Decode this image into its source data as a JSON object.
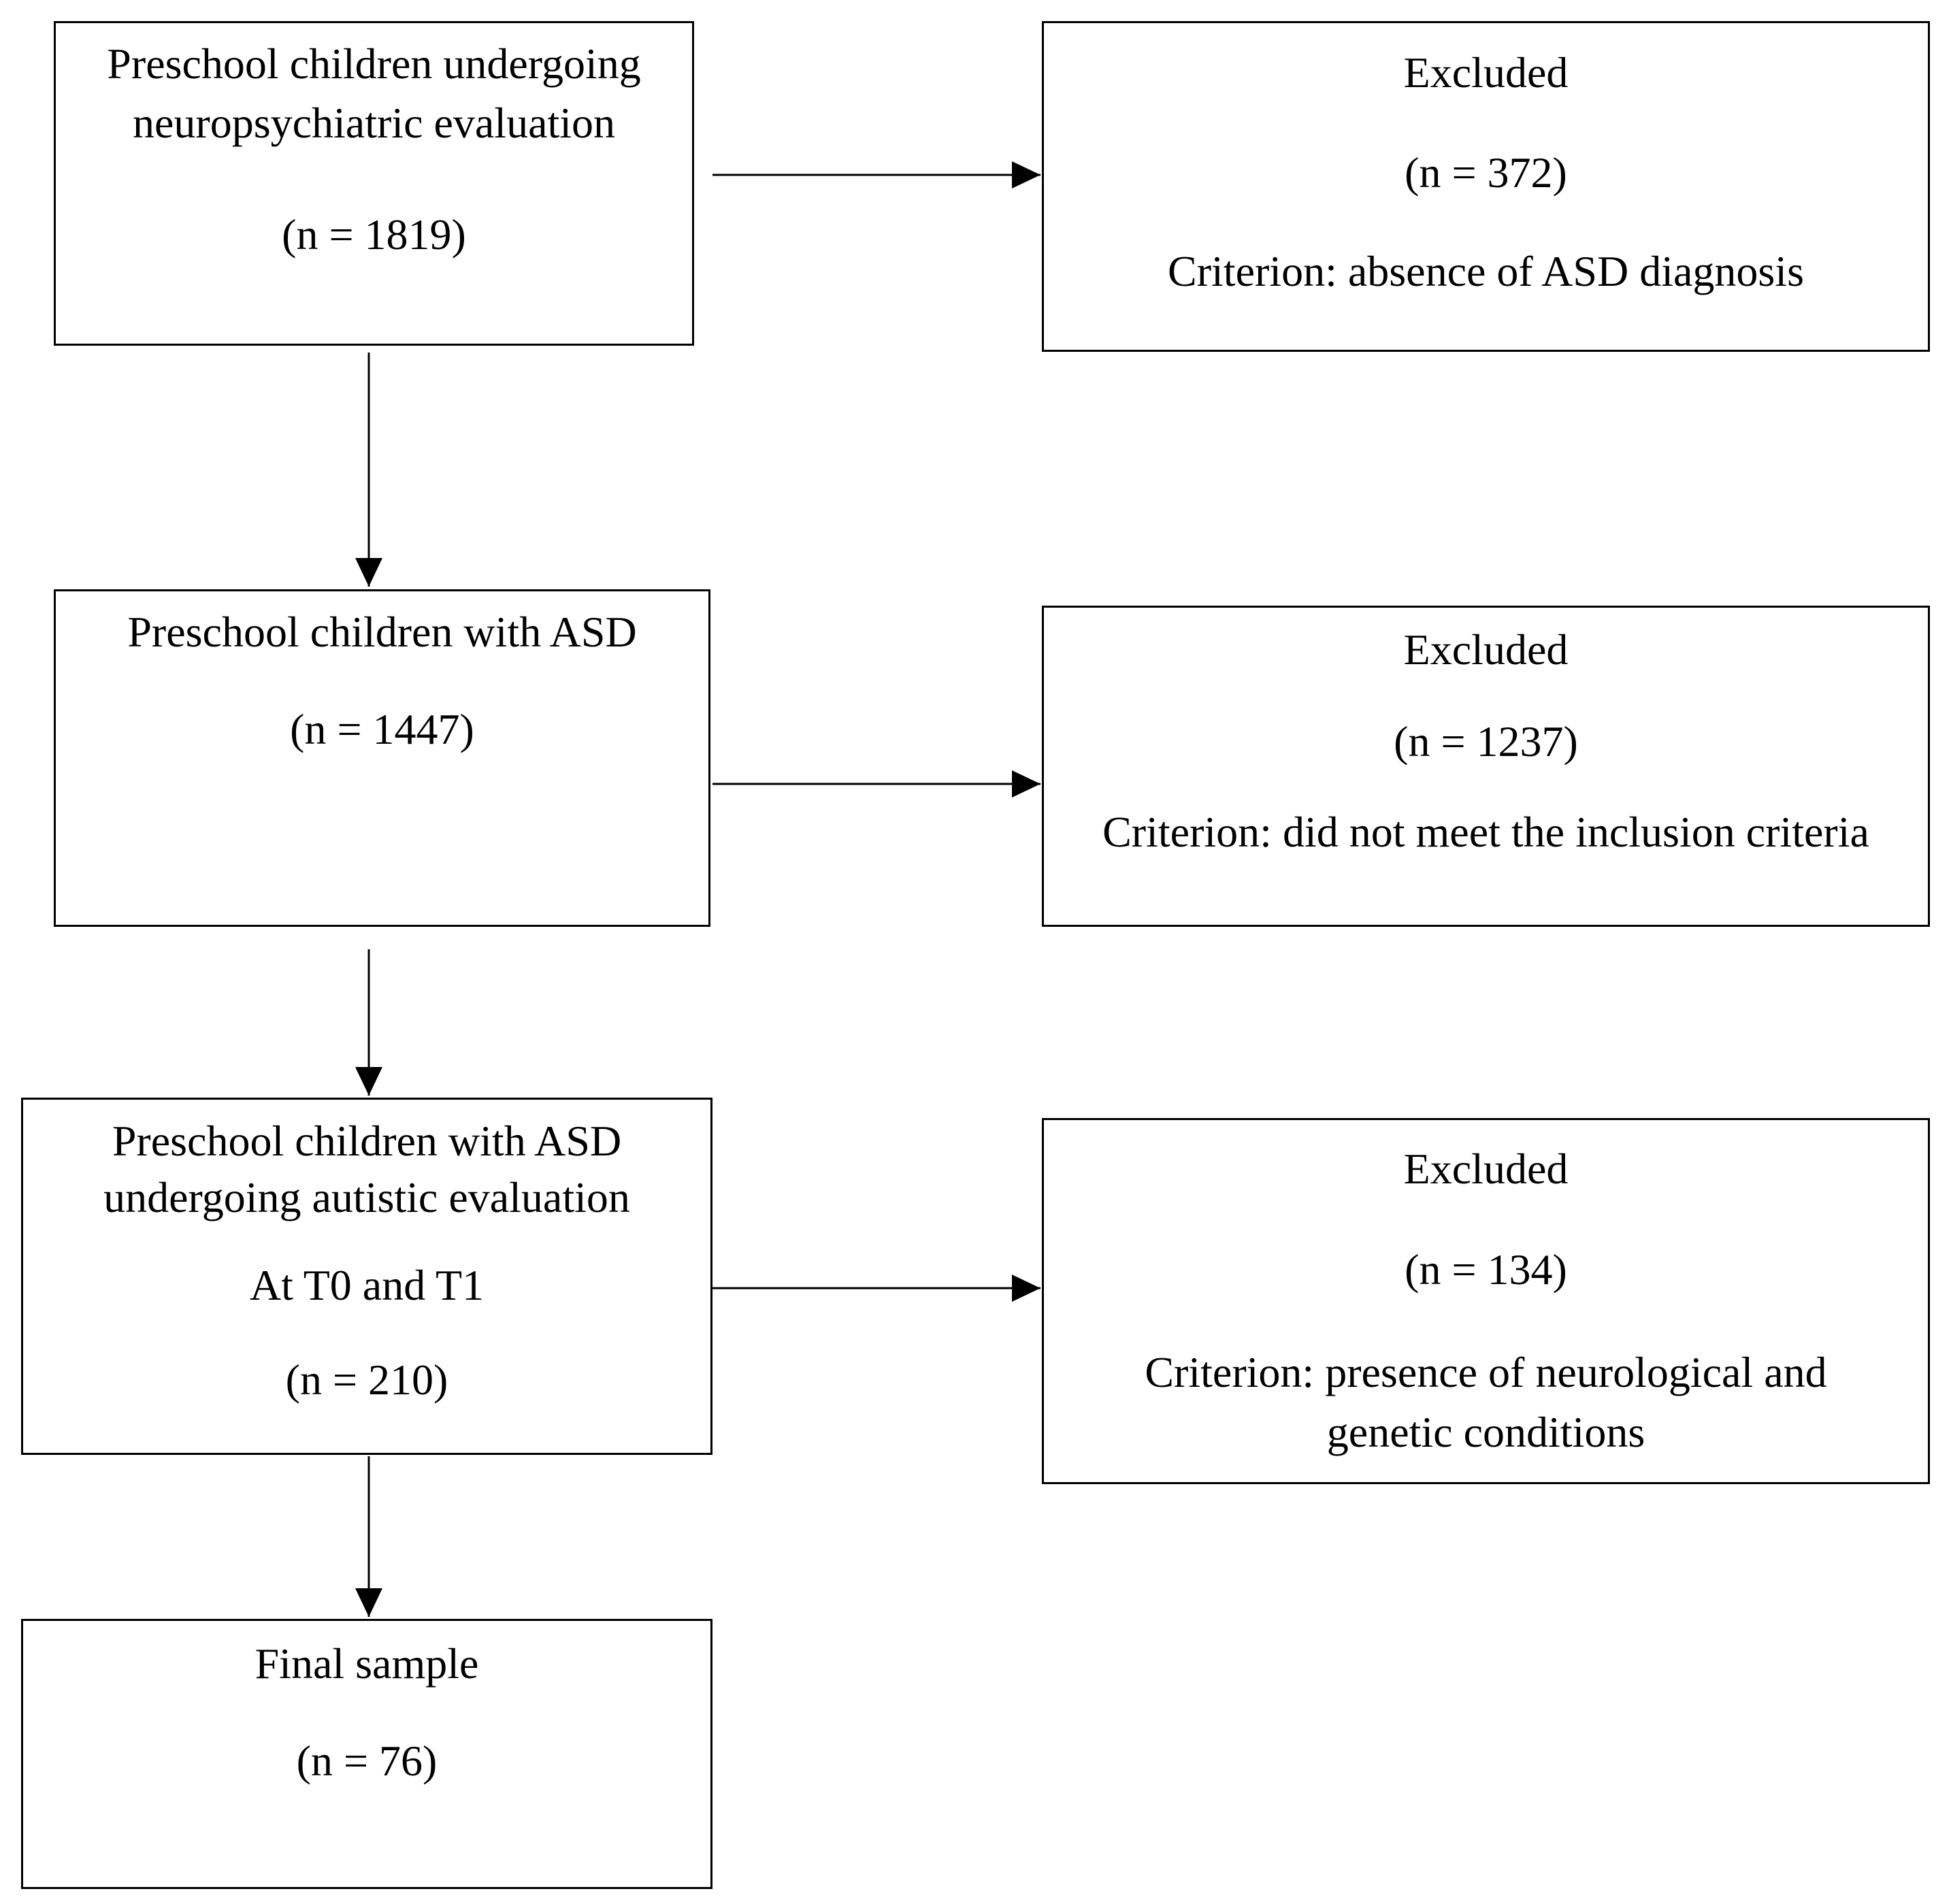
{
  "flow": {
    "stage1": {
      "line1": "Preschool children undergoing",
      "line2": "neuropsychiatric evaluation",
      "count": "(n = 1819)"
    },
    "stage2": {
      "line1": "Preschool children with ASD",
      "count": "(n = 1447)"
    },
    "stage3": {
      "line1": "Preschool children with ASD",
      "line2": "undergoing autistic evaluation",
      "line3": "At T0 and T1",
      "count": "(n = 210)"
    },
    "stage4": {
      "line1": "Final sample",
      "count": "(n = 76)"
    }
  },
  "exclusions": {
    "ex1": {
      "title": "Excluded",
      "count": "(n = 372)",
      "criterion_line1": "Criterion: absence of ASD diagnosis"
    },
    "ex2": {
      "title": "Excluded",
      "count": "(n = 1237)",
      "criterion_line1": "Criterion: did not meet the inclusion criteria"
    },
    "ex3": {
      "title": "Excluded",
      "count": "(n = 134)",
      "criterion_line1": "Criterion: presence of neurological and",
      "criterion_line2": "genetic conditions"
    }
  }
}
